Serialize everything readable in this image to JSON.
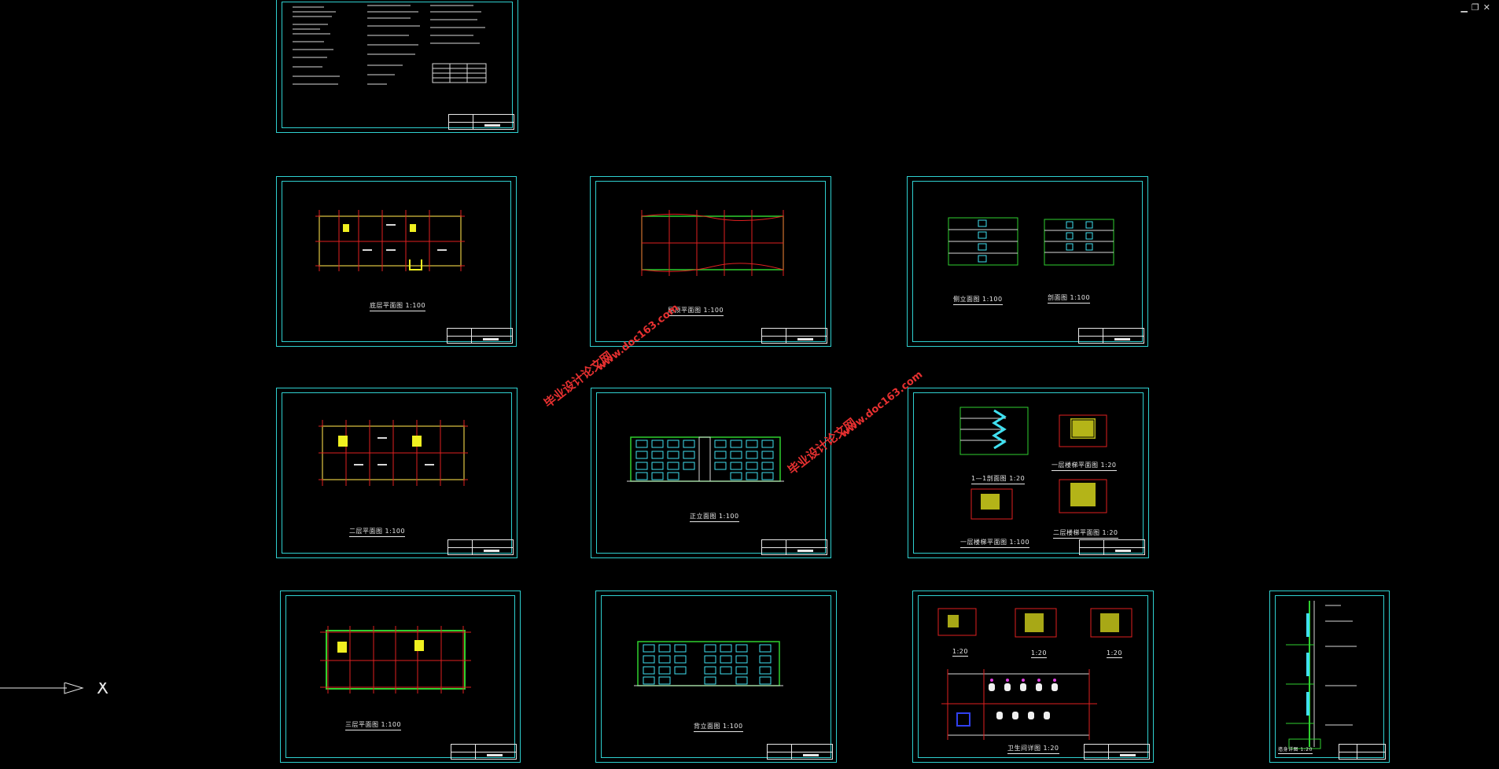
{
  "window": {
    "controls": [
      "minimize",
      "restore",
      "close"
    ],
    "minimize_glyph": "▁",
    "restore_glyph": "❐",
    "close_glyph": "✕"
  },
  "ucs": {
    "axis_label": "X"
  },
  "watermark": {
    "site": "www.doc163.com",
    "cn": "毕业设计论文网"
  },
  "sheets": [
    {
      "id": "notes-sheet",
      "label": ""
    },
    {
      "id": "plan-1",
      "label": "底层平面图  1:100"
    },
    {
      "id": "roof-plan",
      "label": "屋顶平面图  1:100"
    },
    {
      "id": "side-elev",
      "label_a": "侧立面图  1:100",
      "label_b": "剖面图  1:100"
    },
    {
      "id": "plan-2",
      "label": "二层平面图    1:100"
    },
    {
      "id": "front-elev",
      "label": "正立面图  1:100"
    },
    {
      "id": "stair-detail",
      "label_a": "1—1剖面图  1:20",
      "label_b": "一层楼梯平面图  1:20",
      "label_c": "一层楼梯平面图  1:100",
      "label_d": "二层楼梯平面图  1:20"
    },
    {
      "id": "plan-3",
      "label": "三层平面图  1:100"
    },
    {
      "id": "back-elev",
      "label": "背立面图  1:100"
    },
    {
      "id": "toilet-detail",
      "label_a": "1:20",
      "label_b": "1:20",
      "label_c": "1:20",
      "label_d": "卫生间详图  1:20"
    },
    {
      "id": "wall-section",
      "label": "墙身详图  1:20"
    }
  ],
  "colors": {
    "sheet_border": "#2fd0d0",
    "axis_red": "#e02020",
    "wall_green": "#2fd02f",
    "stair_yellow": "#f0f020",
    "text": "#e8e8e8",
    "window_cyan": "#40e0f0",
    "watermark": "#e63030"
  }
}
